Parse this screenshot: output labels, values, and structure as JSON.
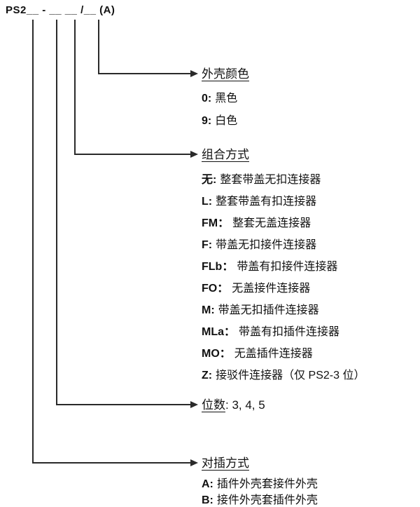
{
  "part_number": "PS2__ - __ __ /__ (A)",
  "sections": [
    {
      "id": "shell-color",
      "title": "外壳颜色",
      "items": [
        {
          "code": "0:",
          "desc": "黑色"
        },
        {
          "code": "9:",
          "desc": "白色"
        }
      ]
    },
    {
      "id": "combination",
      "title": "组合方式",
      "items": [
        {
          "code": "无:",
          "desc": "整套带盖无扣连接器"
        },
        {
          "code": "L:",
          "desc": "整套带盖有扣连接器"
        },
        {
          "code": "FM：",
          "desc": "整套无盖连接器"
        },
        {
          "code": "F:",
          "desc": "带盖无扣接件连接器"
        },
        {
          "code": "FLb：",
          "desc": "带盖有扣接件连接器"
        },
        {
          "code": "FO：",
          "desc": "无盖接件连接器"
        },
        {
          "code": "M:",
          "desc": "带盖无扣插件连接器"
        },
        {
          "code": "MLa：",
          "desc": "带盖有扣插件连接器"
        },
        {
          "code": "MO：",
          "desc": "无盖插件连接器"
        },
        {
          "code": "Z:",
          "desc": "接驳件连接器（仅 PS2-3 位）"
        }
      ]
    },
    {
      "id": "positions",
      "title": "位数",
      "rest": ":  3, 4, 5"
    },
    {
      "id": "mating",
      "title": "对插方式",
      "items": [
        {
          "code": "A:",
          "desc": "插件外壳套接件外壳"
        },
        {
          "code": "B:",
          "desc": "接件外壳套插件外壳"
        }
      ]
    }
  ],
  "colors": {
    "line": "#2a2a2a",
    "text": "#111111",
    "background": "#ffffff"
  }
}
